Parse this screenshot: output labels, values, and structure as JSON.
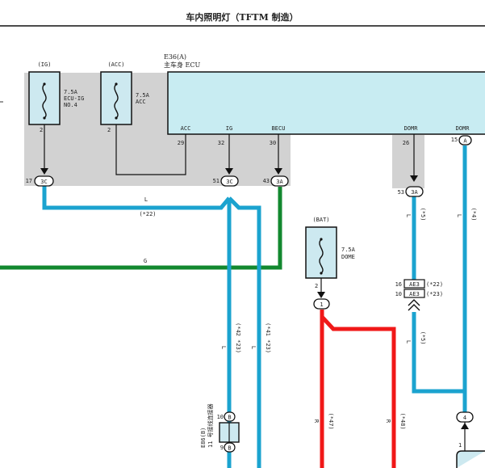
{
  "title": "车内照明灯（TFTM 制造）",
  "colors": {
    "wire_blue": "#1ba3cf",
    "wire_green": "#12882f",
    "wire_red": "#f01818",
    "ecu_fill": "#c8ecf2",
    "junction_gray": "#d2d2d2",
    "fuse_fill": "#cde9f0"
  },
  "fuses": {
    "ig": {
      "source": "(IG)",
      "rating": "7.5A",
      "name1": "ECU-IG",
      "name2": "NO.4",
      "pin": "2"
    },
    "acc": {
      "source": "(ACC)",
      "rating": "7.5A",
      "name": "ACC",
      "pin": "2"
    },
    "dome": {
      "source": "(BAT)",
      "rating": "7.5A",
      "name": "DOME",
      "pin": "2"
    }
  },
  "ecu": {
    "code": "E36(A)",
    "name": "主车身 ECU",
    "terminals": [
      {
        "label": "ACC",
        "pin": "29"
      },
      {
        "label": "IG",
        "pin": "32"
      },
      {
        "label": "BECU",
        "pin": "30"
      },
      {
        "label": "DOMR",
        "pin": "26"
      },
      {
        "label": "DOMR",
        "pin": "15"
      }
    ],
    "pin15_connector": "A"
  },
  "junction_connectors": [
    {
      "pin": "17",
      "code": "3C"
    },
    {
      "pin": "51",
      "code": "3C"
    },
    {
      "pin": "43",
      "code": "3A"
    },
    {
      "pin": "53",
      "code": "3A"
    }
  ],
  "wire_labels": {
    "top_l": "L",
    "top_note": "(*22)",
    "green": "G",
    "v_blue_1": "L",
    "v_blue_1_note": "(*42 *23)",
    "v_blue_2": "L",
    "v_blue_2_note": "(*41 *23)",
    "right_1": "L",
    "right_1_note": "(*5)",
    "right_2": "L",
    "right_2_note": "(*4)",
    "right_3": "L",
    "right_3_note": "(*5)",
    "red_1": "R",
    "red_1_note": "(*47)",
    "red_2": "R",
    "red_2_note": "(*48)"
  },
  "connectors": {
    "ae3_upper": {
      "pin": "16",
      "code": "AE3",
      "note": "(*22)"
    },
    "ae3_lower": {
      "pin": "10",
      "code": "AE3",
      "note": "(*23)"
    },
    "dome_out": "1",
    "right_node": "4",
    "right_node_pin": "1",
    "e86_code": "E86(B)",
    "e86_name": "11 号接线连接器",
    "e86_top_pin": "10",
    "e86_top_code": "B",
    "e86_bottom_pin": "9",
    "e86_bottom_code": "B"
  }
}
